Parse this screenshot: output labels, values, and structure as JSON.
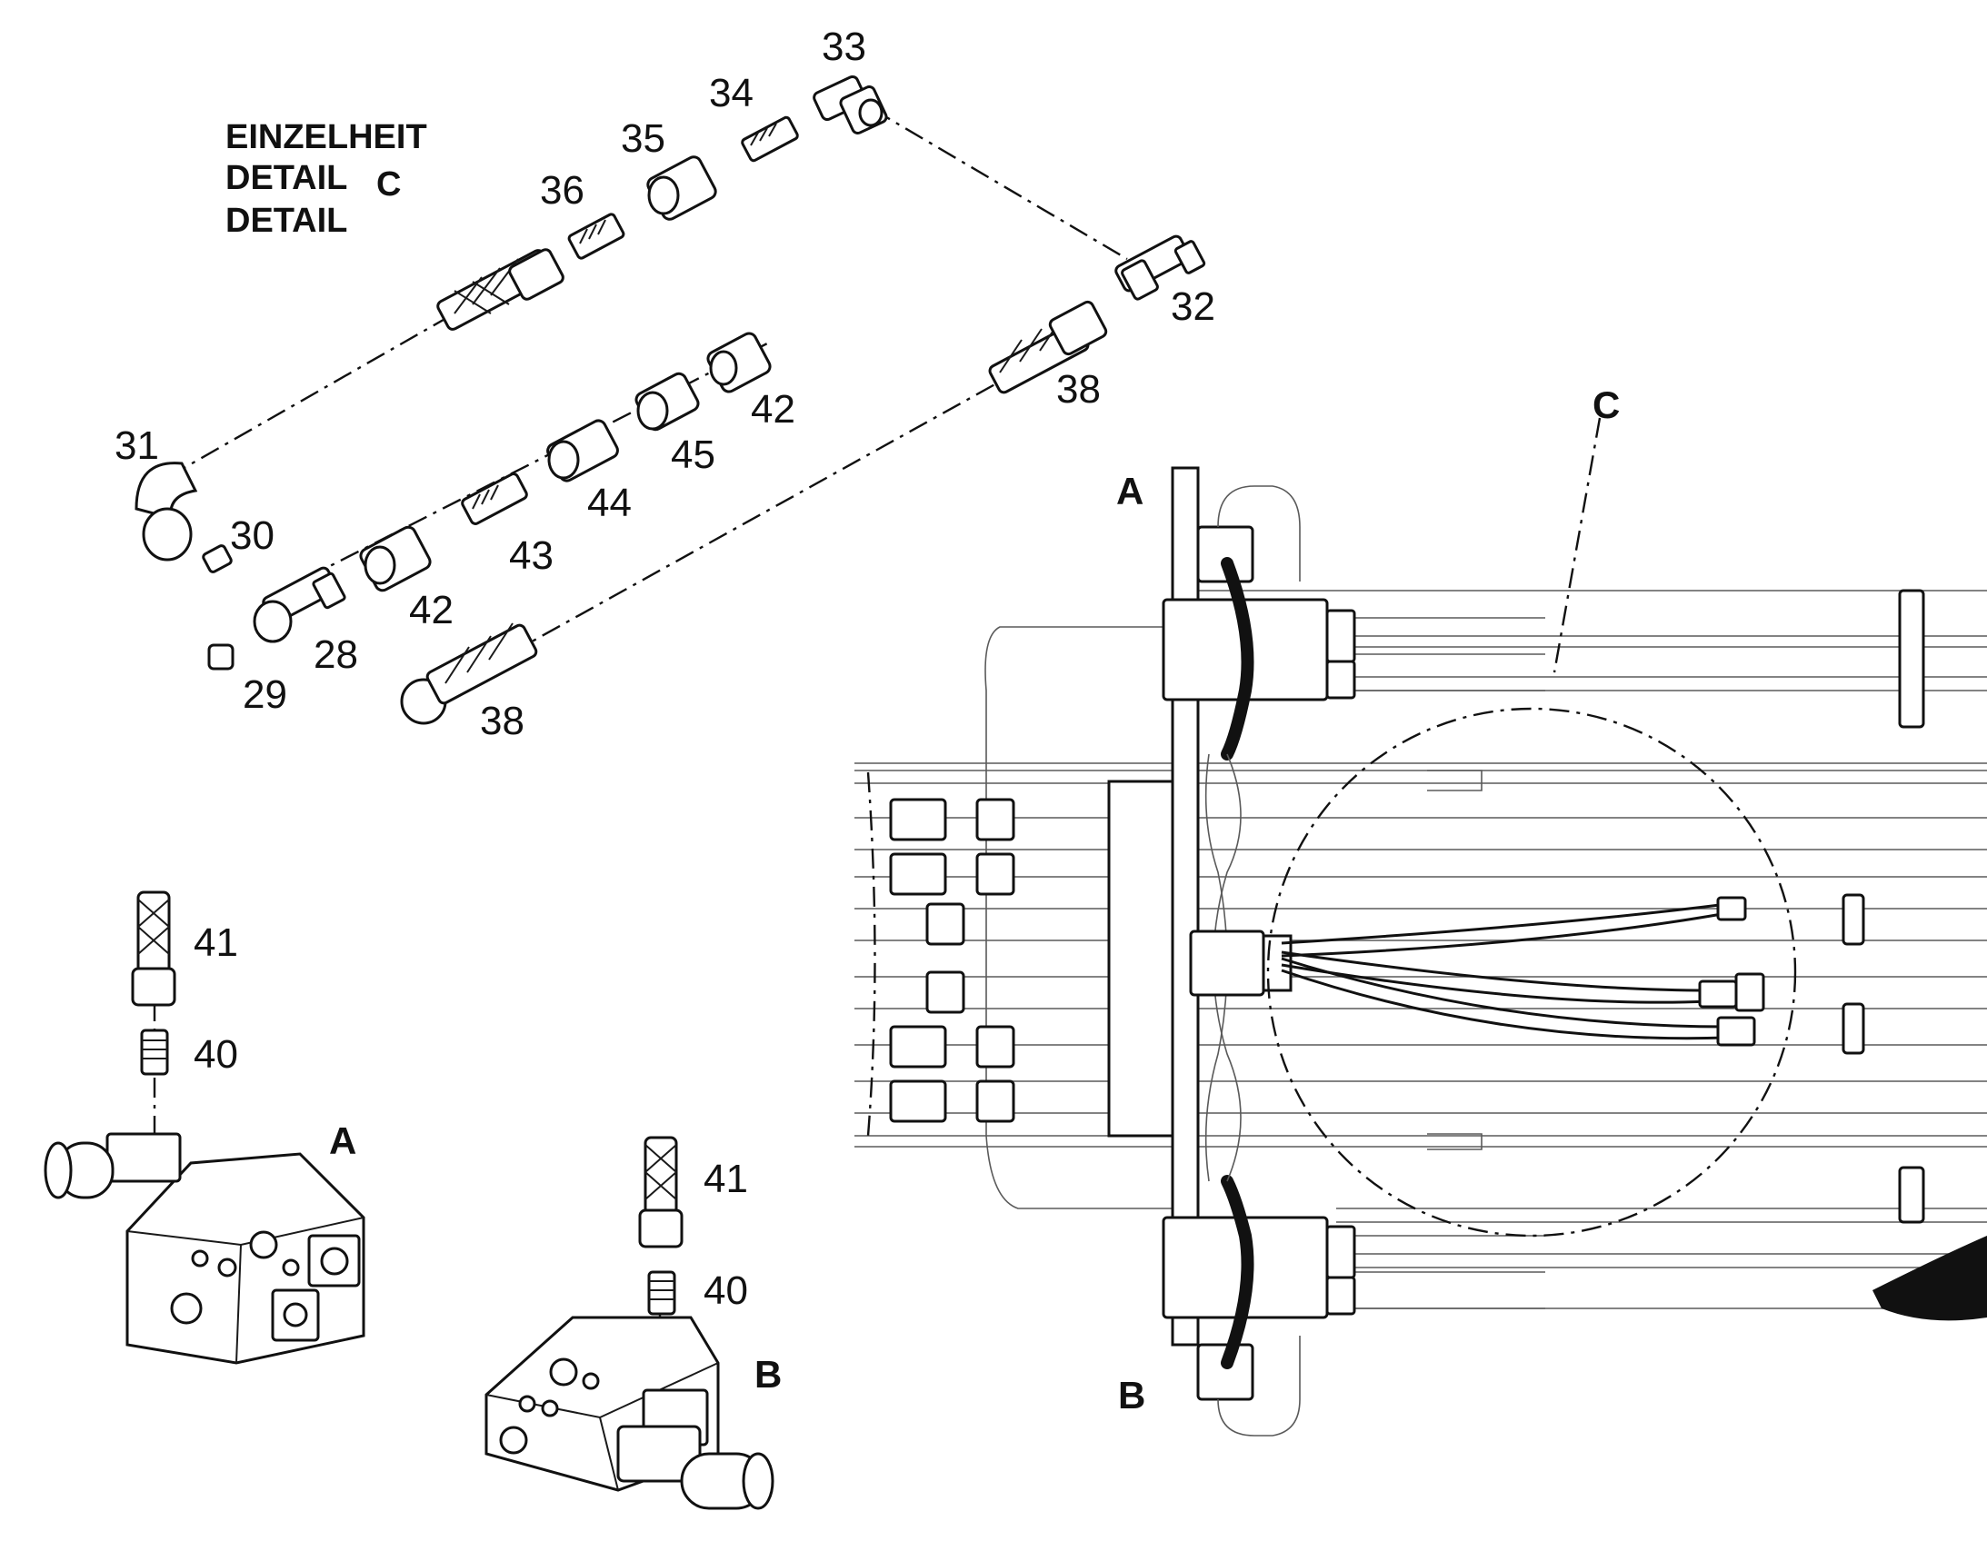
{
  "title": {
    "line1": "EINZELHEIT",
    "line2": "DETAIL",
    "line3": "DETAIL",
    "detail_letter": "C"
  },
  "view_labels": {
    "a_main": "A",
    "b_main": "B",
    "c_main": "C",
    "a_sub": "A",
    "b_sub": "B"
  },
  "part_numbers": {
    "p33": "33",
    "p34": "34",
    "p35": "35",
    "p36": "36",
    "p32": "32",
    "p38_top": "38",
    "p42_top": "42",
    "p45": "45",
    "p44": "44",
    "p43": "43",
    "p42_bottom": "42",
    "p31": "31",
    "p30": "30",
    "p28": "28",
    "p29": "29",
    "p38_bottom": "38",
    "p41_a": "41",
    "p40_a": "40",
    "p41_b": "41",
    "p40_b": "40"
  }
}
